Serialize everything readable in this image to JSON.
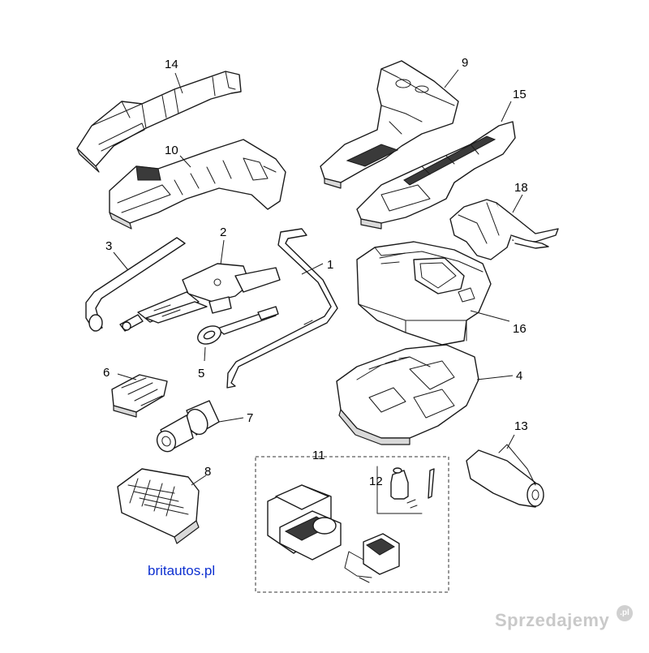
{
  "parts": {
    "p1": "1",
    "p2": "2",
    "p3": "3",
    "p4": "4",
    "p5": "5",
    "p6": "6",
    "p7": "7",
    "p8": "8",
    "p9": "9",
    "p10": "10",
    "p11": "11",
    "p12": "12",
    "p13": "13",
    "p14": "14",
    "p15": "15",
    "p16": "16",
    "p18": "18"
  },
  "brand": "britautos.pl",
  "watermark": {
    "text": "Sprzedajemy",
    "suffix": ".pl"
  },
  "colors": {
    "brand": "#0c2fd0",
    "watermark": "#c9c9c9",
    "line": "#1a1a1a"
  }
}
